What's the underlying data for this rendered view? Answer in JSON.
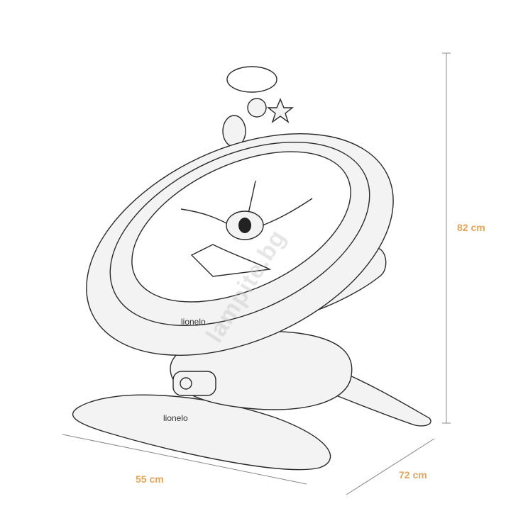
{
  "dimensions": {
    "height": "82 cm",
    "width": "55 cm",
    "depth": "72 cm"
  },
  "brand_labels": {
    "seat": "lionelo",
    "base": "lionelo"
  },
  "watermark": "lampite.bg",
  "colors": {
    "dimension_text": "#e3a55c",
    "line": "#2a2a2a"
  }
}
